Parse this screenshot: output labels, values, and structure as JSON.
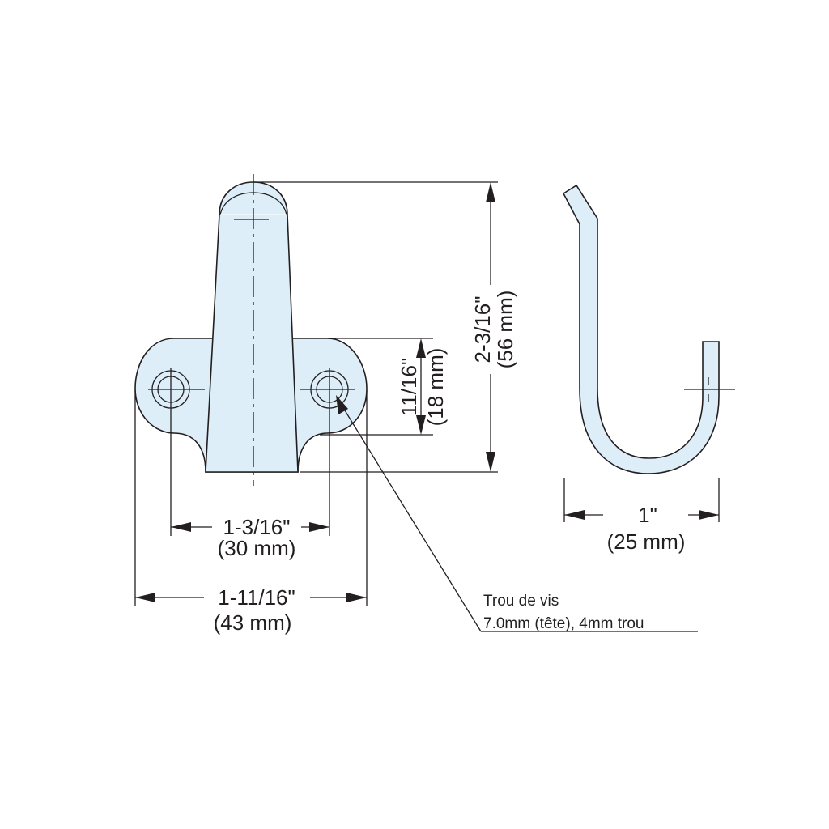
{
  "dimensions": {
    "overall_height": {
      "imperial": "2-3/16\"",
      "metric": "(56 mm)"
    },
    "plate_height": {
      "imperial": "11/16\"",
      "metric": "(18 mm)"
    },
    "hole_spacing": {
      "imperial": "1-3/16\"",
      "metric": "(30 mm)"
    },
    "plate_width": {
      "imperial": "1-11/16\"",
      "metric": "(43 mm)"
    },
    "hook_depth": {
      "imperial": "1\"",
      "metric": "(25 mm)"
    }
  },
  "callout": {
    "title": "Trou de vis",
    "detail": "7.0mm (tête), 4mm trou"
  },
  "colors": {
    "part_fill": "#ddeef9",
    "line": "#231f20"
  }
}
